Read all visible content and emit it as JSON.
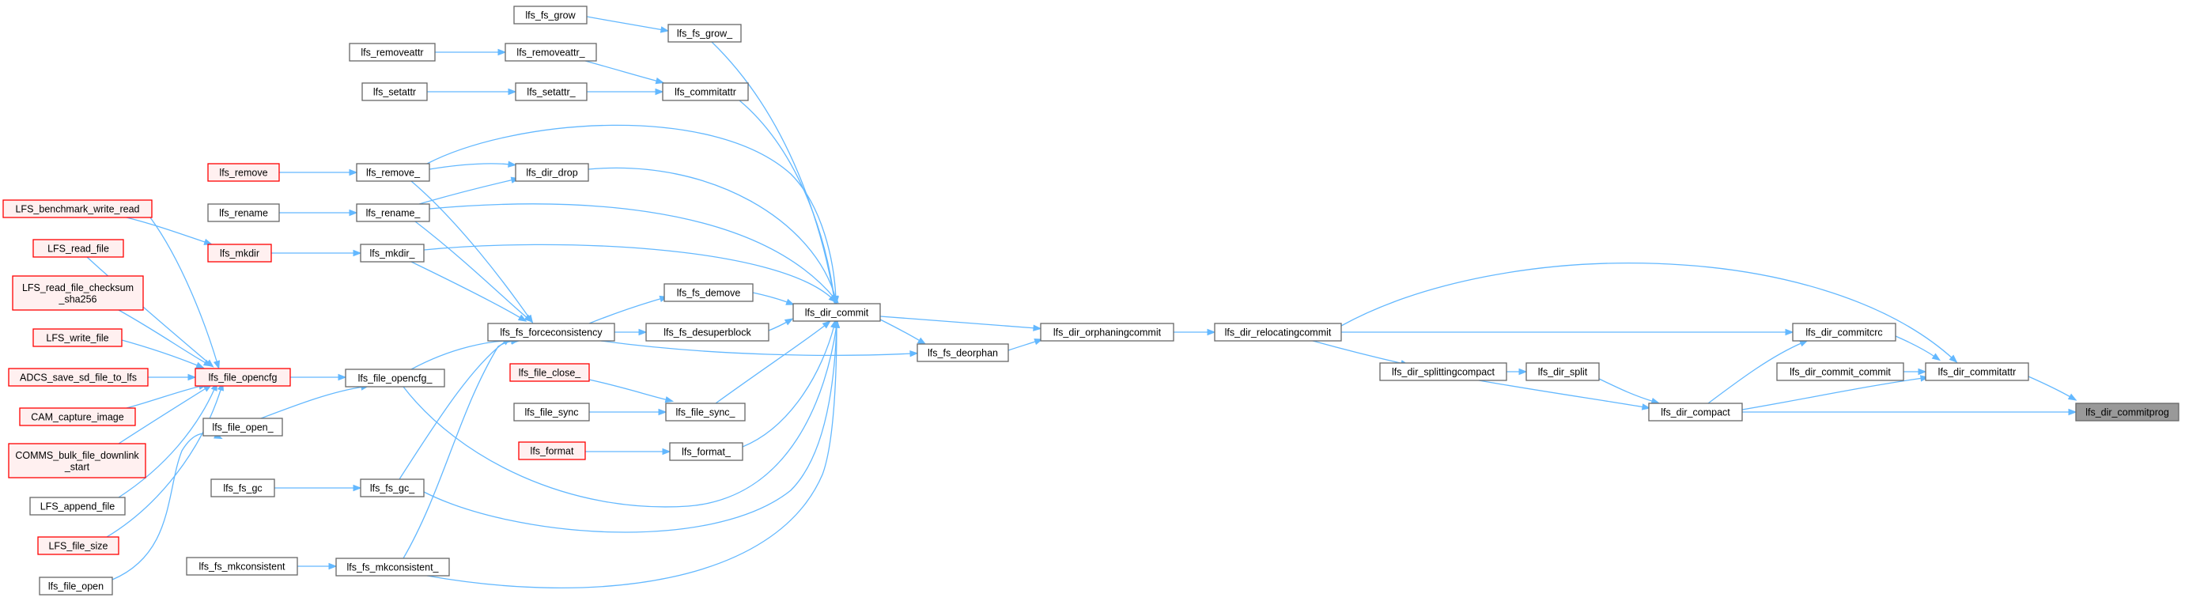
{
  "colors": {
    "background": "#ffffff",
    "edge": "#63b8ff",
    "node_fill": "#ffffff",
    "node_border": "#666666",
    "highlight_fill": "#fff0f0",
    "highlight_border": "#ff0000",
    "focus_fill": "#999999",
    "focus_border": "#666666"
  },
  "nodes": {
    "lfs_dir_commitprog": {
      "label": "lfs_dir_commitprog",
      "style": "focus"
    },
    "lfs_dir_commitattr": {
      "label": "lfs_dir_commitattr",
      "style": "normal"
    },
    "lfs_dir_commitcrc": {
      "label": "lfs_dir_commitcrc",
      "style": "normal"
    },
    "lfs_dir_commit_commit": {
      "label": "lfs_dir_commit_commit",
      "style": "normal"
    },
    "lfs_dir_compact": {
      "label": "lfs_dir_compact",
      "style": "normal"
    },
    "lfs_dir_split": {
      "label": "lfs_dir_split",
      "style": "normal"
    },
    "lfs_dir_splittingcompact": {
      "label": "lfs_dir_splittingcompact",
      "style": "normal"
    },
    "lfs_dir_relocatingcommit": {
      "label": "lfs_dir_relocatingcommit",
      "style": "normal"
    },
    "lfs_dir_orphaningcommit": {
      "label": "lfs_dir_orphaningcommit",
      "style": "normal"
    },
    "lfs_fs_deorphan": {
      "label": "lfs_fs_deorphan",
      "style": "normal"
    },
    "lfs_dir_commit": {
      "label": "lfs_dir_commit",
      "style": "normal"
    },
    "lfs_fs_grow_": {
      "label": "lfs_fs_grow_",
      "style": "normal"
    },
    "lfs_fs_grow": {
      "label": "lfs_fs_grow",
      "style": "normal"
    },
    "lfs_commitattr": {
      "label": "lfs_commitattr",
      "style": "normal"
    },
    "lfs_removeattr_": {
      "label": "lfs_removeattr_",
      "style": "normal"
    },
    "lfs_removeattr": {
      "label": "lfs_removeattr",
      "style": "normal"
    },
    "lfs_setattr_": {
      "label": "lfs_setattr_",
      "style": "normal"
    },
    "lfs_setattr": {
      "label": "lfs_setattr",
      "style": "normal"
    },
    "lfs_dir_drop": {
      "label": "lfs_dir_drop",
      "style": "normal"
    },
    "lfs_remove_": {
      "label": "lfs_remove_",
      "style": "normal"
    },
    "lfs_remove": {
      "label": "lfs_remove",
      "style": "highlight"
    },
    "lfs_rename_": {
      "label": "lfs_rename_",
      "style": "normal"
    },
    "lfs_rename": {
      "label": "lfs_rename",
      "style": "normal"
    },
    "lfs_mkdir_": {
      "label": "lfs_mkdir_",
      "style": "normal"
    },
    "lfs_mkdir": {
      "label": "lfs_mkdir",
      "style": "highlight"
    },
    "lfs_fs_demove": {
      "label": "lfs_fs_demove",
      "style": "normal"
    },
    "lfs_fs_desuperblock": {
      "label": "lfs_fs_desuperblock",
      "style": "normal"
    },
    "lfs_fs_forceconsistency": {
      "label": "lfs_fs_forceconsistency",
      "style": "normal"
    },
    "lfs_file_opencfg_": {
      "label": "lfs_file_opencfg_",
      "style": "normal"
    },
    "lfs_file_opencfg": {
      "label": "lfs_file_opencfg",
      "style": "highlight"
    },
    "lfs_file_open_": {
      "label": "lfs_file_open_",
      "style": "normal"
    },
    "lfs_file_open": {
      "label": "lfs_file_open",
      "style": "normal"
    },
    "lfs_file_close_": {
      "label": "lfs_file_close_",
      "style": "highlight"
    },
    "lfs_file_sync_": {
      "label": "lfs_file_sync_",
      "style": "normal"
    },
    "lfs_file_sync": {
      "label": "lfs_file_sync",
      "style": "normal"
    },
    "lfs_format_": {
      "label": "lfs_format_",
      "style": "normal"
    },
    "lfs_format": {
      "label": "lfs_format",
      "style": "highlight"
    },
    "lfs_fs_gc_": {
      "label": "lfs_fs_gc_",
      "style": "normal"
    },
    "lfs_fs_gc": {
      "label": "lfs_fs_gc",
      "style": "normal"
    },
    "lfs_fs_mkconsistent_": {
      "label": "lfs_fs_mkconsistent_",
      "style": "normal"
    },
    "lfs_fs_mkconsistent": {
      "label": "lfs_fs_mkconsistent",
      "style": "normal"
    },
    "LFS_benchmark_write_read": {
      "label": "LFS_benchmark_write_read",
      "style": "highlight"
    },
    "LFS_read_file": {
      "label": "LFS_read_file",
      "style": "highlight"
    },
    "LFS_read_file_checksum_sha256": {
      "label": "LFS_read_file_checksum\n_sha256",
      "style": "highlight"
    },
    "LFS_write_file": {
      "label": "LFS_write_file",
      "style": "highlight"
    },
    "ADCS_save_sd_file_to_lfs": {
      "label": "ADCS_save_sd_file_to_lfs",
      "style": "highlight"
    },
    "CAM_capture_image": {
      "label": "CAM_capture_image",
      "style": "highlight"
    },
    "COMMS_bulk_file_downlink_start": {
      "label": "COMMS_bulk_file_downlink\n_start",
      "style": "highlight"
    },
    "LFS_append_file": {
      "label": "LFS_append_file",
      "style": "normal"
    },
    "LFS_file_size": {
      "label": "LFS_file_size",
      "style": "highlight"
    }
  },
  "edges": [
    [
      "lfs_dir_commitattr",
      "lfs_dir_commitprog"
    ],
    [
      "lfs_dir_compact",
      "lfs_dir_commitprog"
    ],
    [
      "lfs_dir_commitcrc",
      "lfs_dir_commitattr"
    ],
    [
      "lfs_dir_commit_commit",
      "lfs_dir_commitattr"
    ],
    [
      "lfs_dir_compact",
      "lfs_dir_commitattr"
    ],
    [
      "lfs_dir_relocatingcommit",
      "lfs_dir_commitattr"
    ],
    [
      "lfs_dir_compact",
      "lfs_dir_commitcrc"
    ],
    [
      "lfs_dir_relocatingcommit",
      "lfs_dir_commitcrc"
    ],
    [
      "lfs_dir_split",
      "lfs_dir_compact"
    ],
    [
      "lfs_dir_splittingcompact",
      "lfs_dir_compact"
    ],
    [
      "lfs_dir_splittingcompact",
      "lfs_dir_split"
    ],
    [
      "lfs_dir_relocatingcommit",
      "lfs_dir_splittingcompact"
    ],
    [
      "lfs_dir_orphaningcommit",
      "lfs_dir_relocatingcommit"
    ],
    [
      "lfs_fs_deorphan",
      "lfs_dir_orphaningcommit"
    ],
    [
      "lfs_dir_commit",
      "lfs_dir_orphaningcommit"
    ],
    [
      "lfs_dir_commit",
      "lfs_fs_deorphan"
    ],
    [
      "lfs_fs_forceconsistency",
      "lfs_fs_deorphan"
    ],
    [
      "lfs_fs_grow_",
      "lfs_dir_commit"
    ],
    [
      "lfs_commitattr",
      "lfs_dir_commit"
    ],
    [
      "lfs_remove_",
      "lfs_dir_commit"
    ],
    [
      "lfs_dir_drop",
      "lfs_dir_commit"
    ],
    [
      "lfs_rename_",
      "lfs_dir_commit"
    ],
    [
      "lfs_mkdir_",
      "lfs_dir_commit"
    ],
    [
      "lfs_fs_demove",
      "lfs_dir_commit"
    ],
    [
      "lfs_fs_desuperblock",
      "lfs_dir_commit"
    ],
    [
      "lfs_file_sync_",
      "lfs_dir_commit"
    ],
    [
      "lfs_format_",
      "lfs_dir_commit"
    ],
    [
      "lfs_file_opencfg_",
      "lfs_dir_commit"
    ],
    [
      "lfs_fs_gc_",
      "lfs_dir_commit"
    ],
    [
      "lfs_fs_mkconsistent_",
      "lfs_dir_commit"
    ],
    [
      "lfs_fs_grow",
      "lfs_fs_grow_"
    ],
    [
      "lfs_removeattr_",
      "lfs_commitattr"
    ],
    [
      "lfs_setattr_",
      "lfs_commitattr"
    ],
    [
      "lfs_removeattr",
      "lfs_removeattr_"
    ],
    [
      "lfs_setattr",
      "lfs_setattr_"
    ],
    [
      "lfs_remove_",
      "lfs_dir_drop"
    ],
    [
      "lfs_rename_",
      "lfs_dir_drop"
    ],
    [
      "lfs_remove",
      "lfs_remove_"
    ],
    [
      "lfs_rename",
      "lfs_rename_"
    ],
    [
      "lfs_mkdir",
      "lfs_mkdir_"
    ],
    [
      "lfs_fs_forceconsistency",
      "lfs_fs_demove"
    ],
    [
      "lfs_fs_forceconsistency",
      "lfs_fs_desuperblock"
    ],
    [
      "lfs_remove_",
      "lfs_fs_forceconsistency"
    ],
    [
      "lfs_rename_",
      "lfs_fs_forceconsistency"
    ],
    [
      "lfs_mkdir_",
      "lfs_fs_forceconsistency"
    ],
    [
      "lfs_file_opencfg_",
      "lfs_fs_forceconsistency"
    ],
    [
      "lfs_fs_gc_",
      "lfs_fs_forceconsistency"
    ],
    [
      "lfs_fs_mkconsistent_",
      "lfs_fs_forceconsistency"
    ],
    [
      "lfs_file_opencfg",
      "lfs_file_opencfg_"
    ],
    [
      "lfs_file_open_",
      "lfs_file_opencfg_"
    ],
    [
      "lfs_file_open",
      "lfs_file_open_"
    ],
    [
      "lfs_file_close_",
      "lfs_file_sync_"
    ],
    [
      "lfs_file_sync",
      "lfs_file_sync_"
    ],
    [
      "lfs_format",
      "lfs_format_"
    ],
    [
      "lfs_fs_gc",
      "lfs_fs_gc_"
    ],
    [
      "lfs_fs_mkconsistent",
      "lfs_fs_mkconsistent_"
    ],
    [
      "LFS_benchmark_write_read",
      "lfs_mkdir"
    ],
    [
      "LFS_benchmark_write_read",
      "lfs_file_opencfg"
    ],
    [
      "LFS_read_file",
      "lfs_file_opencfg"
    ],
    [
      "LFS_read_file_checksum_sha256",
      "lfs_file_opencfg"
    ],
    [
      "LFS_write_file",
      "lfs_file_opencfg"
    ],
    [
      "ADCS_save_sd_file_to_lfs",
      "lfs_file_opencfg"
    ],
    [
      "CAM_capture_image",
      "lfs_file_opencfg"
    ],
    [
      "COMMS_bulk_file_downlink_start",
      "lfs_file_opencfg"
    ],
    [
      "LFS_append_file",
      "lfs_file_opencfg"
    ],
    [
      "LFS_file_size",
      "lfs_file_opencfg"
    ]
  ]
}
